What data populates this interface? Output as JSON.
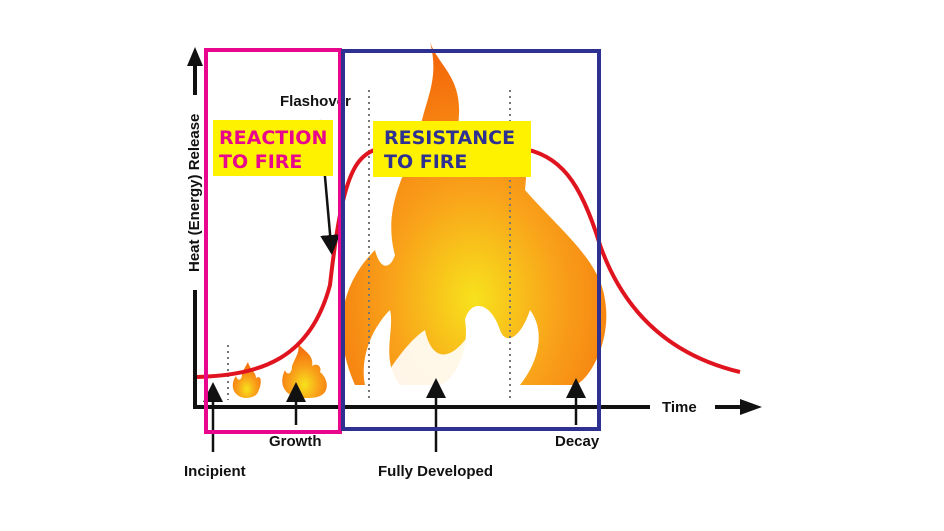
{
  "diagram": {
    "y_axis_label": "Heat (Energy) Release",
    "x_axis_label": "Time",
    "flashover_label": "Flashover",
    "stages": [
      "Incipient",
      "Growth",
      "Fully Developed",
      "Decay"
    ],
    "reaction_box": {
      "line1": "REACTION",
      "line2": "TO FIRE",
      "color": "#e8068c"
    },
    "resistance_box": {
      "line1": "RESISTANCE",
      "line2": "TO FIRE",
      "color": "#2e3192"
    },
    "label_background": "#fff200",
    "curve_color": "#e0141e",
    "icons": [
      "small-flame-icon",
      "medium-flame-icon",
      "large-flame-icon"
    ]
  }
}
